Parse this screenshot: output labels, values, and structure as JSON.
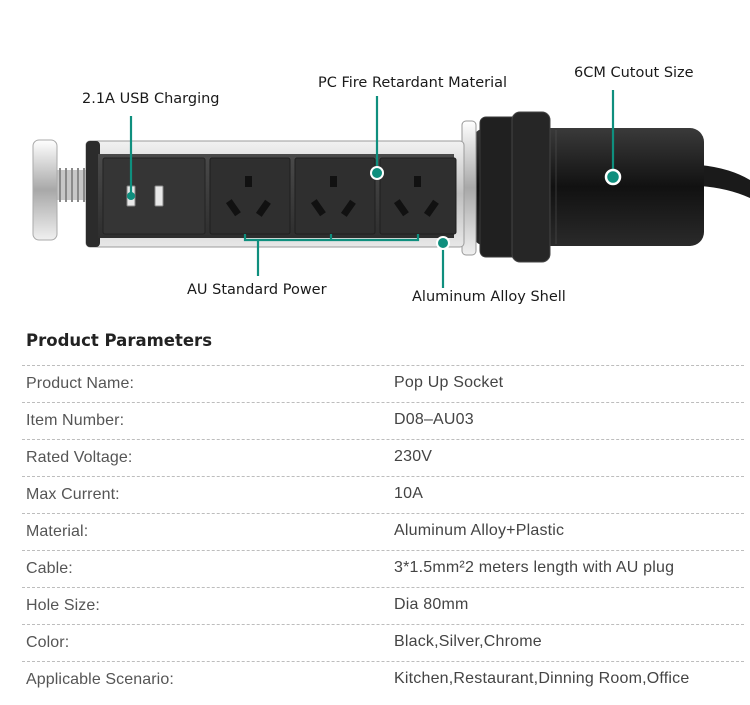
{
  "callouts": {
    "usb": "2.1A USB Charging",
    "pc_material": "PC Fire Retardant Material",
    "cutout": "6CM Cutout Size",
    "au_power": "AU Standard Power",
    "shell": "Aluminum Alloy Shell"
  },
  "colors": {
    "accent": "#0f8f7e",
    "socket_body": "#3a3a3a",
    "shell": "#c9c9c9",
    "sleeve": "#1c1c1c"
  },
  "section": {
    "title": "Product Parameters"
  },
  "params": [
    {
      "label": "Product Name:",
      "value": "Pop Up Socket"
    },
    {
      "label": "Item Number:",
      "value": "D08–AU03"
    },
    {
      "label": "Rated Voltage:",
      "value": "230V"
    },
    {
      "label": "Max Current:",
      "value": "10A"
    },
    {
      "label": "Material:",
      "value": "Aluminum Alloy+Plastic"
    },
    {
      "label": "Cable:",
      "value": "3*1.5mm²2 meters length with AU plug"
    },
    {
      "label": "Hole Size:",
      "value": "Dia 80mm"
    },
    {
      "label": "Color:",
      "value": "Black,Silver,Chrome"
    },
    {
      "label": "Applicable Scenario:",
      "value": "Kitchen,Restaurant,Dinning Room,Office"
    }
  ]
}
